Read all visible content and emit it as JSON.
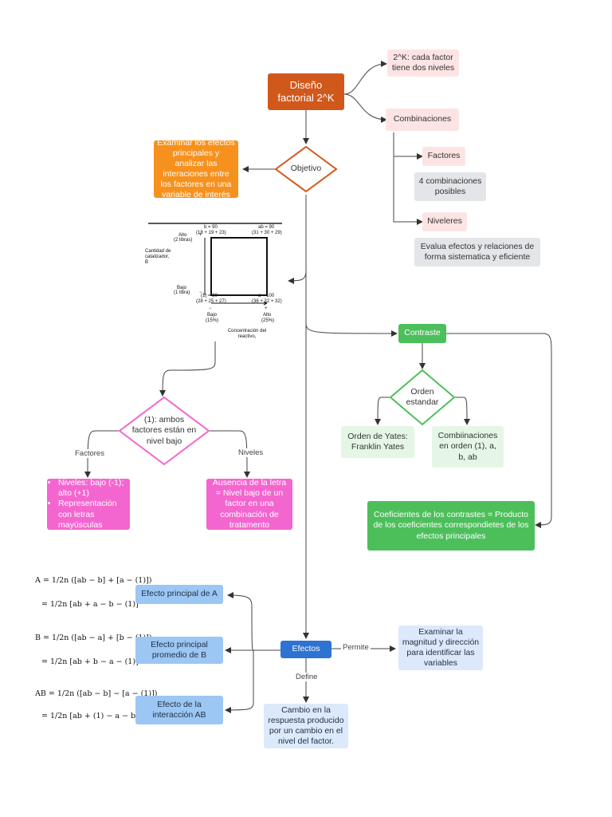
{
  "root": {
    "label": "Diseño factorial 2^K"
  },
  "cada_factor": {
    "label": "2^K: cada factor tiene dos niveles"
  },
  "combinaciones": {
    "label": "Combinaciones"
  },
  "factores_small": {
    "label": "Factores"
  },
  "cuatro_comb": {
    "label": "4 combinaciones posibles"
  },
  "niveleres": {
    "label": "Niveleres"
  },
  "evalua": {
    "label": "Evalua efectos y relaciones de forma sistematica y eficiente"
  },
  "objetivo": {
    "label": "Objetivo"
  },
  "examinar_efectos": {
    "label": "Examinar los efectos principales y analizar las interaciones entre los factores en una variable de interés"
  },
  "square_chart": {
    "top_left": "b = 90",
    "top_left_sub": "(18 + 19 + 23)",
    "top_right": "ab = 90",
    "top_right_sub": "(31 + 30 + 29)",
    "bottom_left": "(1) = 80",
    "bottom_left_sub": "(28 + 25 + 27)",
    "bottom_right": "a = 100",
    "bottom_right_sub": "(36 + 32 + 32)",
    "y_high": "Alto",
    "y_high_sub": "(2 libras)",
    "y_low": "Bajo",
    "y_low_sub": "(1 libra)",
    "y_axis": "Cantidad de catalizador, B",
    "x_low": "Bajo",
    "x_low_sub": "(15%)",
    "x_high": "Alto",
    "x_high_sub": "(25%)",
    "x_axis": "Concentración del reactivo,",
    "minus": "−",
    "plus": "+"
  },
  "ambos_bajo": {
    "label": "(1): ambos factores están en nivel bajo"
  },
  "edge_factores": "Factores",
  "edge_niveles": "Niveles",
  "niveles_box": {
    "items": [
      "Niveles: bajo (-1); alto (+1)",
      "Representación con letras mayúsculas"
    ]
  },
  "ausencia": {
    "label": "Ausencia de la letra = Nivel bajo de un factor en una combinación de tratamento"
  },
  "contraste": {
    "label": "Contraste"
  },
  "orden_estandar": {
    "label": "Orden estandar"
  },
  "orden_yates": {
    "label": "Orden de Yates: Franklin Yates"
  },
  "combinaciones_orden": {
    "label": "Combiinaciones en orden (1), a, b, ab"
  },
  "coeficientes": {
    "label": "Coeficientes de los contrastes = Producto de los coeficientes correspondietes de los efectos principales"
  },
  "efecto_a": {
    "label": "Efecto principal de A"
  },
  "efecto_b": {
    "label": "Efecto principal promedio de B"
  },
  "efecto_ab": {
    "label": "Efecto de la interacción AB"
  },
  "efectos": {
    "label": "Efectos"
  },
  "edge_permite": "Permite",
  "edge_define": "Define",
  "examinar_magnitud": {
    "label": "Examinar la magnitud y dirección para identificar las variables"
  },
  "cambio": {
    "label": "Cambio en la respuesta producido por un cambio en el nivel del factor."
  },
  "formulas": {
    "a1": "A = 1/2n ([ab − b] + [a − (1)])",
    "a2": "= 1/2n [ab + a − b − (1)]",
    "b1": "B = 1/2n ([ab − a] + [b − (1)])",
    "b2": "= 1/2n [ab + b − a − (1)]",
    "ab1": "AB = 1/2n ([ab − b] − [a − (1)])",
    "ab2": "= 1/2n [ab + (1) − a − b]"
  },
  "colors": {
    "root": "#d1581b",
    "orange": "#f6911e",
    "green": "#4cbf5b",
    "magenta": "#f466cf",
    "blue": "#2e72d2"
  }
}
